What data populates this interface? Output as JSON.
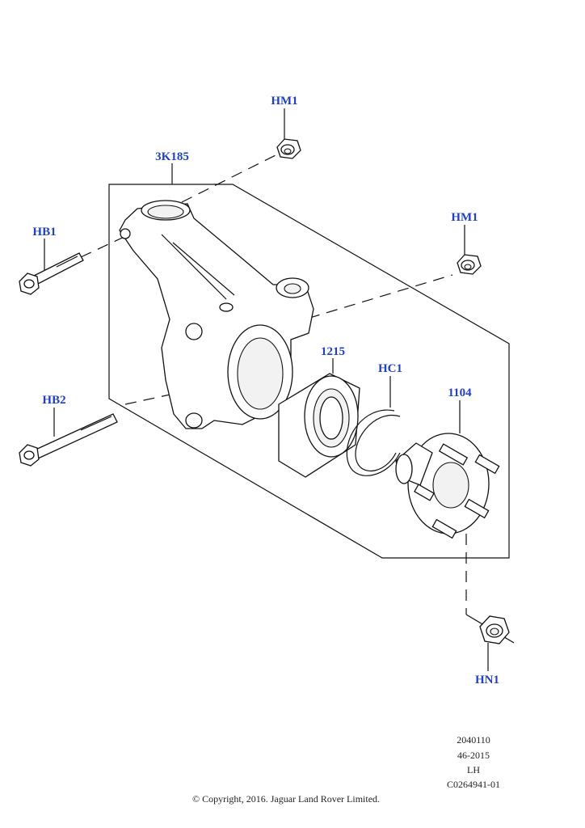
{
  "callouts": {
    "hm1_top": "HM1",
    "knuckle": "3K185",
    "hm1_right": "HM1",
    "hb1": "HB1",
    "bearing": "1215",
    "circlip": "HC1",
    "hub": "1104",
    "hb2": "HB2",
    "hn1": "HN1"
  },
  "meta": {
    "line1": "2040110",
    "line2": "46-2015",
    "line3": "LH",
    "line4": "C0264941-01"
  },
  "copyright": "© Copyright, 2016. Jaguar Land Rover Limited.",
  "colors": {
    "callout": "#1f3fc4",
    "line": "#111111"
  }
}
